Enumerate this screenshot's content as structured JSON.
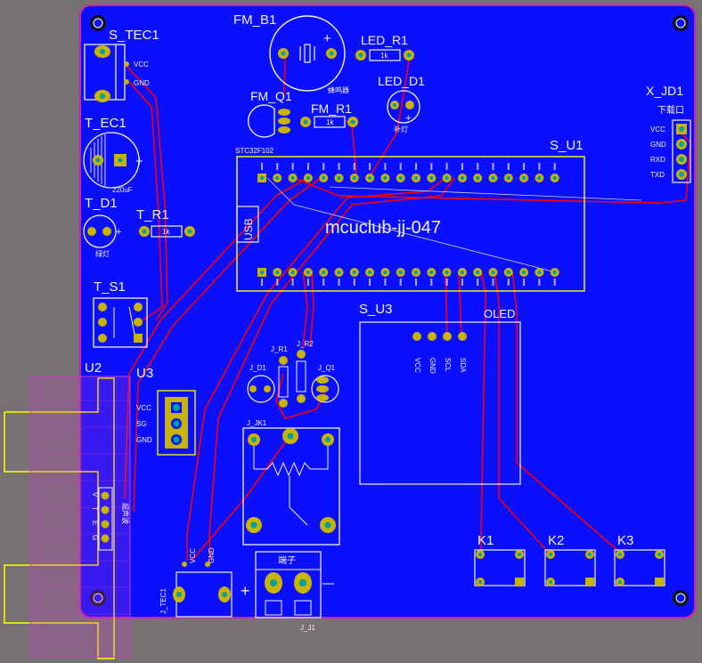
{
  "board": {
    "title": "mcuclub-jj-047",
    "board_color": "#0a0fff",
    "outline_color": "#d41ea8",
    "silk_color": "#f3f3f3",
    "copper_color": "#ff0000",
    "pad_color": "#c8b400",
    "hole_color": "#00a0a0"
  },
  "components": {
    "s_tec1": {
      "ref": "S_TEC1",
      "pins": [
        "VCC",
        "GND"
      ]
    },
    "fm_b1": {
      "ref": "FM_B1",
      "note": "蜂鸣器"
    },
    "led_r1": {
      "ref": "LED_R1",
      "value": "1k"
    },
    "led_d1": {
      "ref": "LED_D1",
      "note": "补灯"
    },
    "fm_q1": {
      "ref": "FM_Q1"
    },
    "fm_r1": {
      "ref": "FM_R1",
      "value": "1k"
    },
    "x_jd1": {
      "ref": "X_JD1",
      "note": "下载口",
      "pins": [
        "VCC",
        "GND",
        "RXD",
        "TXD"
      ]
    },
    "t_ec1": {
      "ref": "T_EC1",
      "value": "220uF"
    },
    "s_u1": {
      "ref": "S_U1",
      "sub": "STC32F102",
      "usb": "USB"
    },
    "t_d1": {
      "ref": "T_D1",
      "note": "绿灯"
    },
    "t_r1": {
      "ref": "T_R1",
      "value": "1k"
    },
    "t_s1": {
      "ref": "T_S1"
    },
    "s_u3": {
      "ref": "S_U3",
      "label": "OLED",
      "pins": [
        "VCC",
        "GND",
        "SCL",
        "SDA"
      ]
    },
    "j_r1": {
      "ref": "J_R1"
    },
    "j_r2": {
      "ref": "J_R2"
    },
    "j_d1": {
      "ref": "J_D1"
    },
    "j_q1": {
      "ref": "J_Q1"
    },
    "j_jk1": {
      "ref": "J_JK1"
    },
    "u3": {
      "ref": "U3",
      "pins": [
        "VCC",
        "SG",
        "GND"
      ]
    },
    "u2": {
      "ref": "U2",
      "pins": [
        "V",
        "T",
        "E",
        "G"
      ],
      "note": "超声波"
    },
    "k1": {
      "ref": "K1"
    },
    "k2": {
      "ref": "K2"
    },
    "k3": {
      "ref": "K3"
    },
    "j_tec1": {
      "ref": "J_TEC1",
      "pins": [
        "VCC",
        "GND"
      ]
    },
    "j_j1": {
      "ref": "J_J1",
      "note": "端子"
    }
  }
}
